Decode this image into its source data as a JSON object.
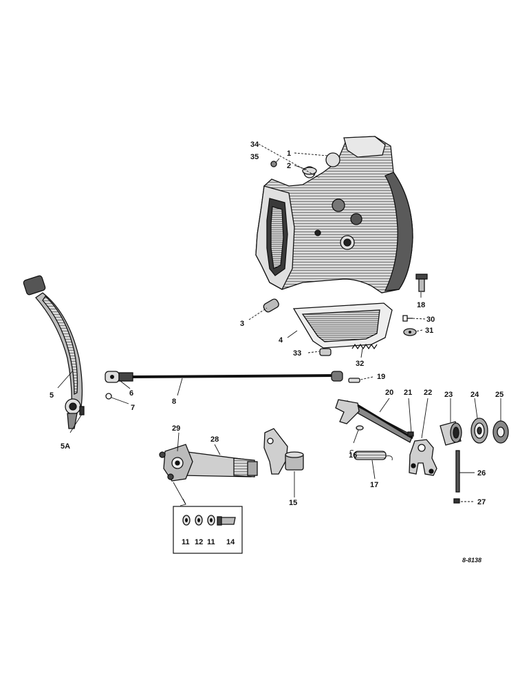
{
  "figure_code": "8-8138",
  "colors": {
    "ink": "#111111",
    "paper": "#ffffff",
    "shade": "#4a4a4a",
    "mid": "#9a9a9a"
  },
  "labels": {
    "n1": "1",
    "n2": "2",
    "n3": "3",
    "n4": "4",
    "n5": "5",
    "n5a": "5A",
    "n6": "6",
    "n7": "7",
    "n8": "8",
    "n11a": "11",
    "n11b": "11",
    "n12": "12",
    "n14": "14",
    "n15": "15",
    "n16": "16",
    "n17": "17",
    "n18": "18",
    "n19": "19",
    "n20": "20",
    "n21": "21",
    "n22": "22",
    "n23": "23",
    "n24": "24",
    "n25": "25",
    "n26": "26",
    "n27": "27",
    "n28": "28",
    "n29": "29",
    "n30": "30",
    "n31": "31",
    "n32": "32",
    "n33": "33",
    "n34": "34",
    "n35": "35"
  }
}
